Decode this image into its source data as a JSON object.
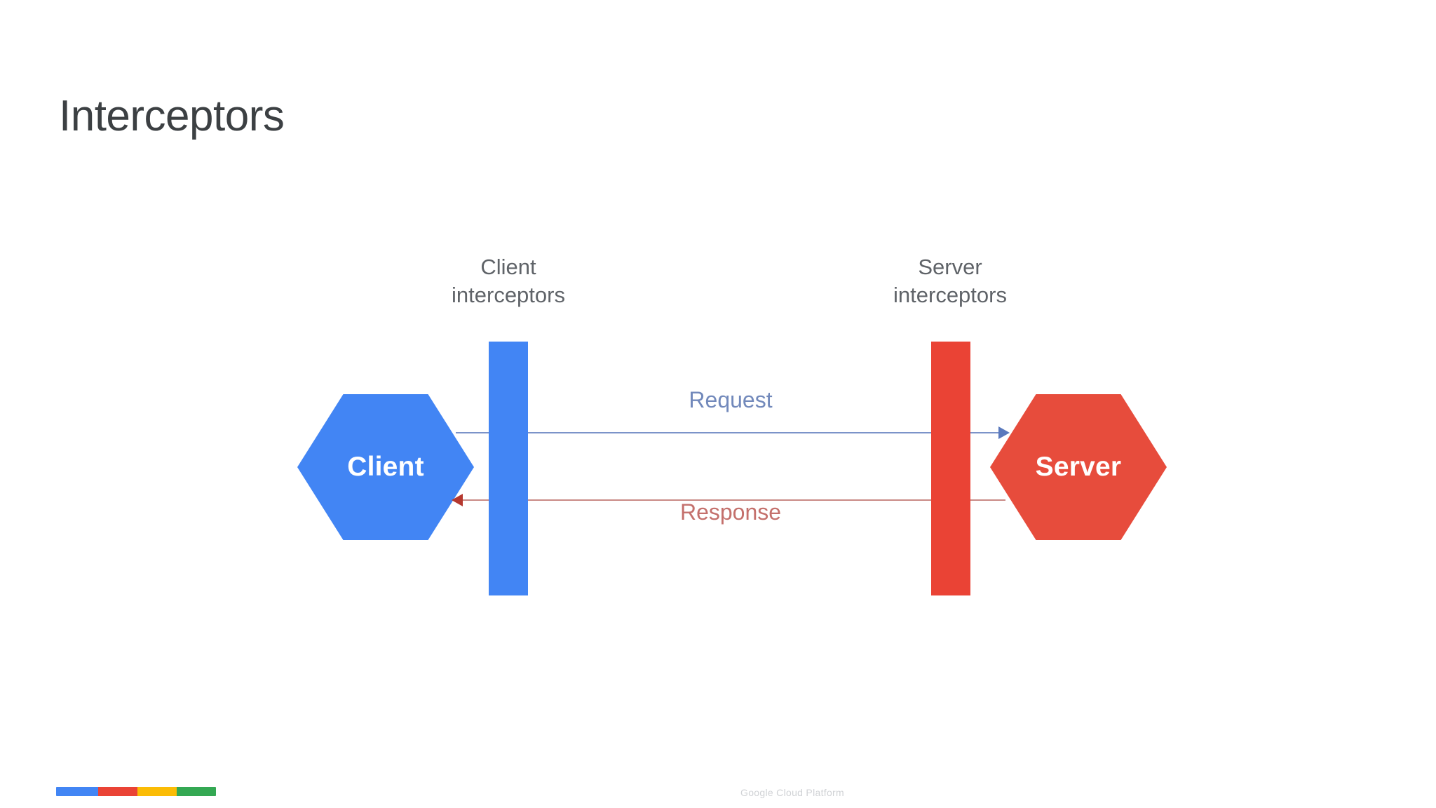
{
  "slide": {
    "title": "Interceptors",
    "background_color": "#ffffff",
    "title_color": "#3c4043"
  },
  "diagram": {
    "type": "flow",
    "columns": {
      "client_interceptors": {
        "line1": "Client",
        "line2": "interceptors",
        "bar_color": "#4285f4",
        "text_color": "#5f6368"
      },
      "server_interceptors": {
        "line1": "Server",
        "line2": "interceptors",
        "bar_color": "#ea4335",
        "text_color": "#5f6368"
      }
    },
    "nodes": [
      {
        "id": "client",
        "label": "Client",
        "shape": "hexagon",
        "fill": "#4285f4",
        "text_color": "#ffffff"
      },
      {
        "id": "server",
        "label": "Server",
        "shape": "hexagon",
        "fill": "#e74c3c",
        "text_color": "#ffffff"
      }
    ],
    "flows": [
      {
        "id": "request",
        "label": "Request",
        "direction": "client-to-server",
        "line_color": "#7b93c9",
        "label_color": "#7289bb",
        "arrow": "right"
      },
      {
        "id": "response",
        "label": "Response",
        "direction": "server-to-client",
        "line_color": "#c98a86",
        "label_color": "#c4706c",
        "arrow": "left"
      }
    ]
  },
  "footer": {
    "caption": "Google Cloud Platform",
    "caption_color": "#d0d2d5",
    "brand_bar_colors": {
      "blue": "#4285f4",
      "red": "#ea4335",
      "yellow": "#fbbc05",
      "green": "#34a853"
    }
  }
}
